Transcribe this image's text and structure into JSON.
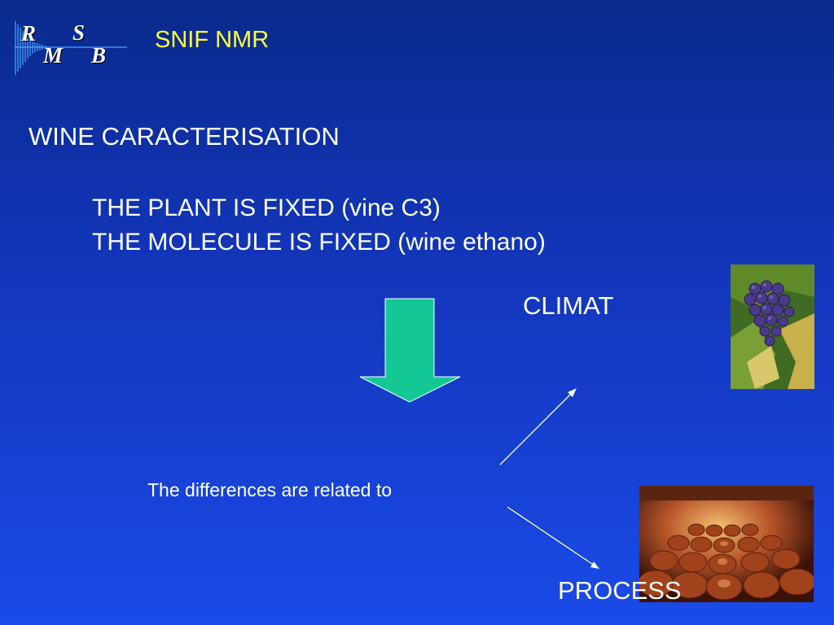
{
  "logo": {
    "letters": [
      "R",
      "S",
      "M",
      "B"
    ]
  },
  "header": {
    "title": "SNIF NMR"
  },
  "section": {
    "heading": "WINE CARACTERISATION"
  },
  "statements": [
    "THE PLANT IS FIXED (vine C3)",
    "THE MOLECULE IS FIXED (wine ethano)"
  ],
  "diagram": {
    "differences": "The differences are related to",
    "branch_up": "CLIMAT",
    "branch_down": "PROCESS"
  },
  "colors": {
    "background_top": "#0a2a8c",
    "background_bottom": "#1a4ae8",
    "title_yellow": "#ffff3a",
    "arrow_fill": "#14c896",
    "text": "#ffffff"
  }
}
